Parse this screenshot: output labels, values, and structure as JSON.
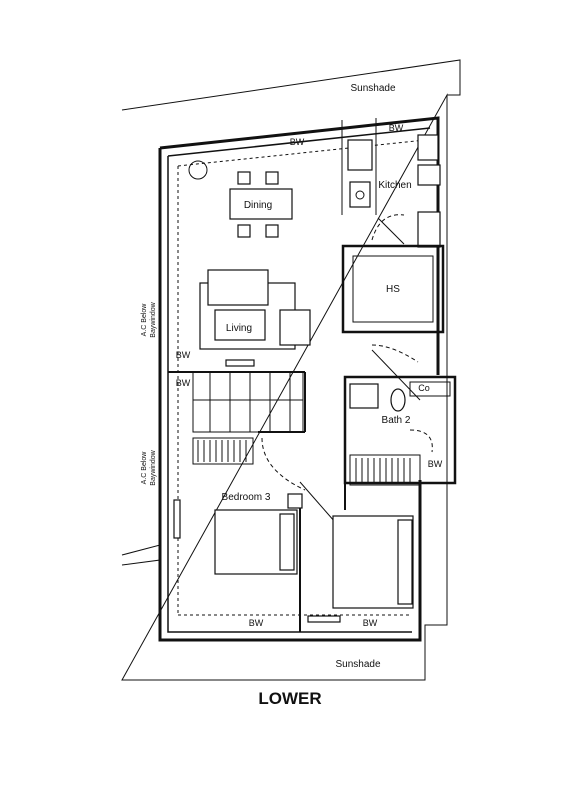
{
  "title": "LOWER",
  "rooms": {
    "dining": "Dining",
    "kitchen": "Kitchen",
    "living": "Living",
    "hs": "HS",
    "bedroom3": "Bedroom 3",
    "bath2": "Bath 2"
  },
  "labels": {
    "sunshade_top": "Sunshade",
    "sunshade_bottom": "Sunshade",
    "bw": "BW",
    "co": "Co",
    "ac_below_1": "A.C Below",
    "baywindow_1": "Baywindow",
    "ac_below_2": "A.C Below",
    "baywindow_2": "Baywindow"
  }
}
